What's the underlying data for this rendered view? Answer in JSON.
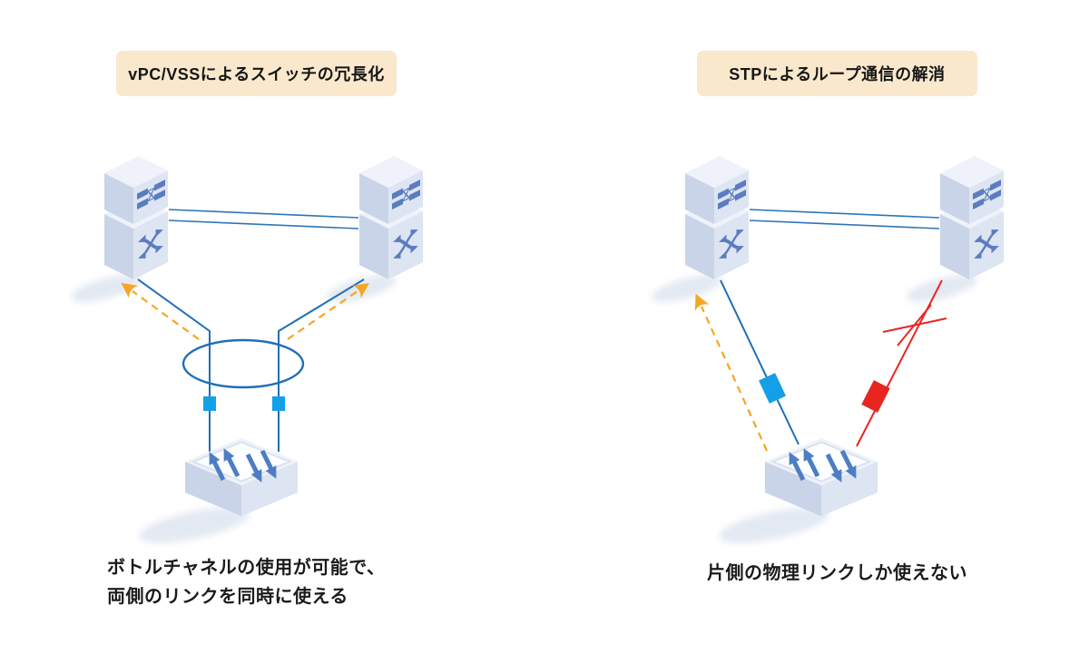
{
  "page": {
    "background": "#ffffff"
  },
  "colors": {
    "title-bg": "#FAE8CD",
    "text": "#1B1B1B",
    "link-blue": "#1F6FB8",
    "peer-blue": "#2E75B6",
    "bright-blue": "#14A0E8",
    "orange": "#F5A623",
    "red": "#E8251F",
    "icon-blue": "#5B7CC0",
    "arrow-blue": "#4D7EC4",
    "face-right": "#DDE4F2",
    "face-left": "#C9D4E8",
    "face-top": "#EFF2FA",
    "panel-white": "#FDFEFF",
    "panel-border": "#D9E2F0",
    "shadow": "#E3E9F2"
  },
  "panels": [
    {
      "title": "vPC/VSSによるスイッチの冗長化",
      "caption_lines": [
        "ボトルチャネルの使用が可能で、",
        "両側のリンクを同時に使える"
      ],
      "icons": [
        "switch-crossbar-icon",
        "switch-shuffle-icon",
        "peer-link-lines",
        "port-channel-ellipse-icon",
        "active-port-marker",
        "uplink-flow-arrow-icon",
        "traffic-arrows-icon"
      ]
    },
    {
      "title": "STPによるループ通信の解消",
      "caption_lines": [
        "片側の物理リンクしか使えない"
      ],
      "icons": [
        "switch-crossbar-icon",
        "switch-shuffle-icon",
        "peer-link-lines",
        "active-port-marker",
        "blocked-port-marker",
        "blocked-x-icon",
        "uplink-flow-arrow-icon",
        "traffic-arrows-icon"
      ]
    }
  ]
}
